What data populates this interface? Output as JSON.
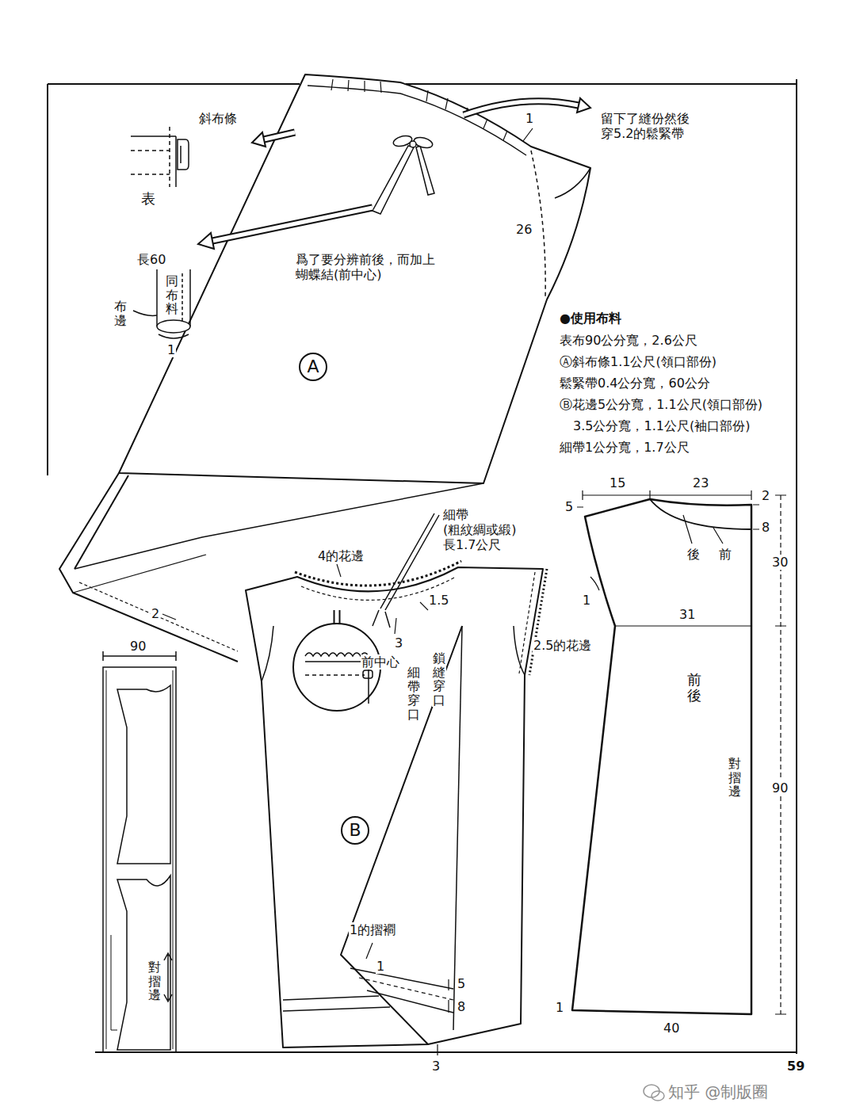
{
  "diagram": {
    "nodes": [
      {
        "text": [
          "A"
        ]
      },
      {
        "text": [
          "B"
        ]
      }
    ],
    "labels": [
      "斜布條",
      "表",
      "1",
      "留下了縫份然後 穿5.2的鬆緊帶",
      "26",
      "長60",
      "同布料",
      "布邊",
      "1",
      "爲了要分辨前後，而加上 蝴蝶結(前中心)",
      "●使用布料",
      "表布90公分寬，2.6公尺",
      "Ⓐ斜布條1.1公尺(領口部份)",
      "鬆緊帶0.4公分寬，60公分",
      "Ⓑ花邊5公分寬，1.1公尺(領口部份)",
      "3.5公分寬，1.1公尺(袖口部份)",
      "細帶1公分寬，1.7公尺",
      "2",
      "90",
      "細帶 (粗紋綢或緞) 長1.7公尺",
      "4的花邊",
      "3",
      "前中心",
      "1.5",
      "細帶穿口",
      "鎖縫穿口",
      "2.5的花邊",
      "1的摺襇",
      "1",
      "5",
      "8",
      "3",
      "對摺邊",
      "15",
      "23",
      "2",
      "5",
      "8",
      "後",
      "前",
      "30",
      "1",
      "31",
      "前後",
      "對摺邊",
      "90",
      "1",
      "40",
      "59",
      "知乎 @制版圈"
    ]
  }
}
